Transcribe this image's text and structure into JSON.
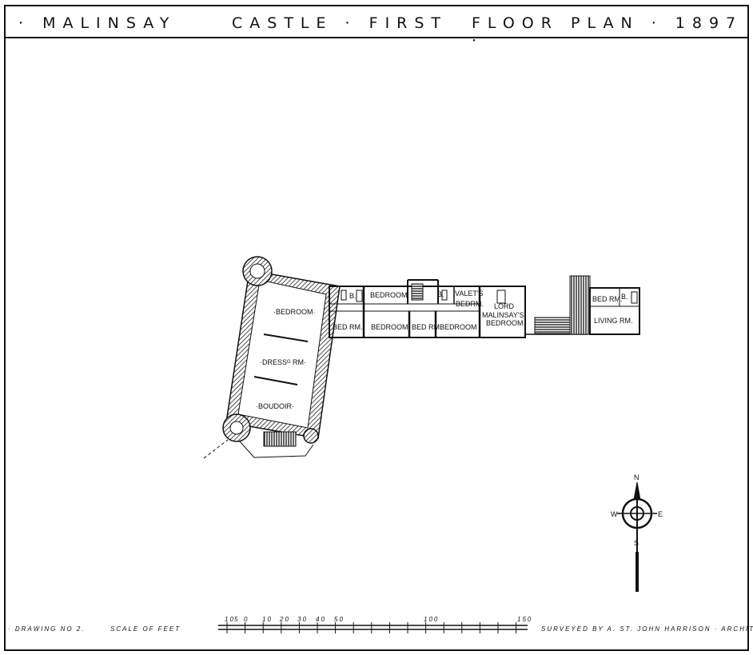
{
  "title": {
    "left": "· MALINSAY",
    "center": "CASTLE · FIRST",
    "right": "FLOOR   PLAN · 1897 ·"
  },
  "rooms": {
    "bedroom_tower": "·BEDROOM·",
    "dressing": "·DRESSᴳ RM·",
    "boudoir": "·BOUDOIR·",
    "bed_rm_1": "BED RM.",
    "bedroom_2": "BEDROOM",
    "bed_rm_small": "BED RM.",
    "bedroom_3": "BEDROOM",
    "bedroom_top": "BEDROOM",
    "valets_1": "VALET'S",
    "valets_2": "BEDRM.",
    "lord_1": "LORD",
    "lord_2": "MALINSAY'S",
    "lord_3": "BEDROOM",
    "bed_rm_annex": "BED RM.",
    "living_rm": "LIVING RM.",
    "bath_1": "B.",
    "bath_2": "B.",
    "bath_3": "B."
  },
  "compass": {
    "n": "N",
    "s": "S",
    "e": "E",
    "w": "W"
  },
  "footer": {
    "drawing": "· DRAWING   NO 2.",
    "scale_label": "SCALE  OF  FEET",
    "scale_ticks": [
      "10",
      "5",
      "0",
      "10",
      "20",
      "30",
      "40",
      "50",
      "100",
      "150"
    ],
    "surveyed": "SURVEYED BY A. ST. JOHN HARRISON · ARCHITECT ·"
  }
}
